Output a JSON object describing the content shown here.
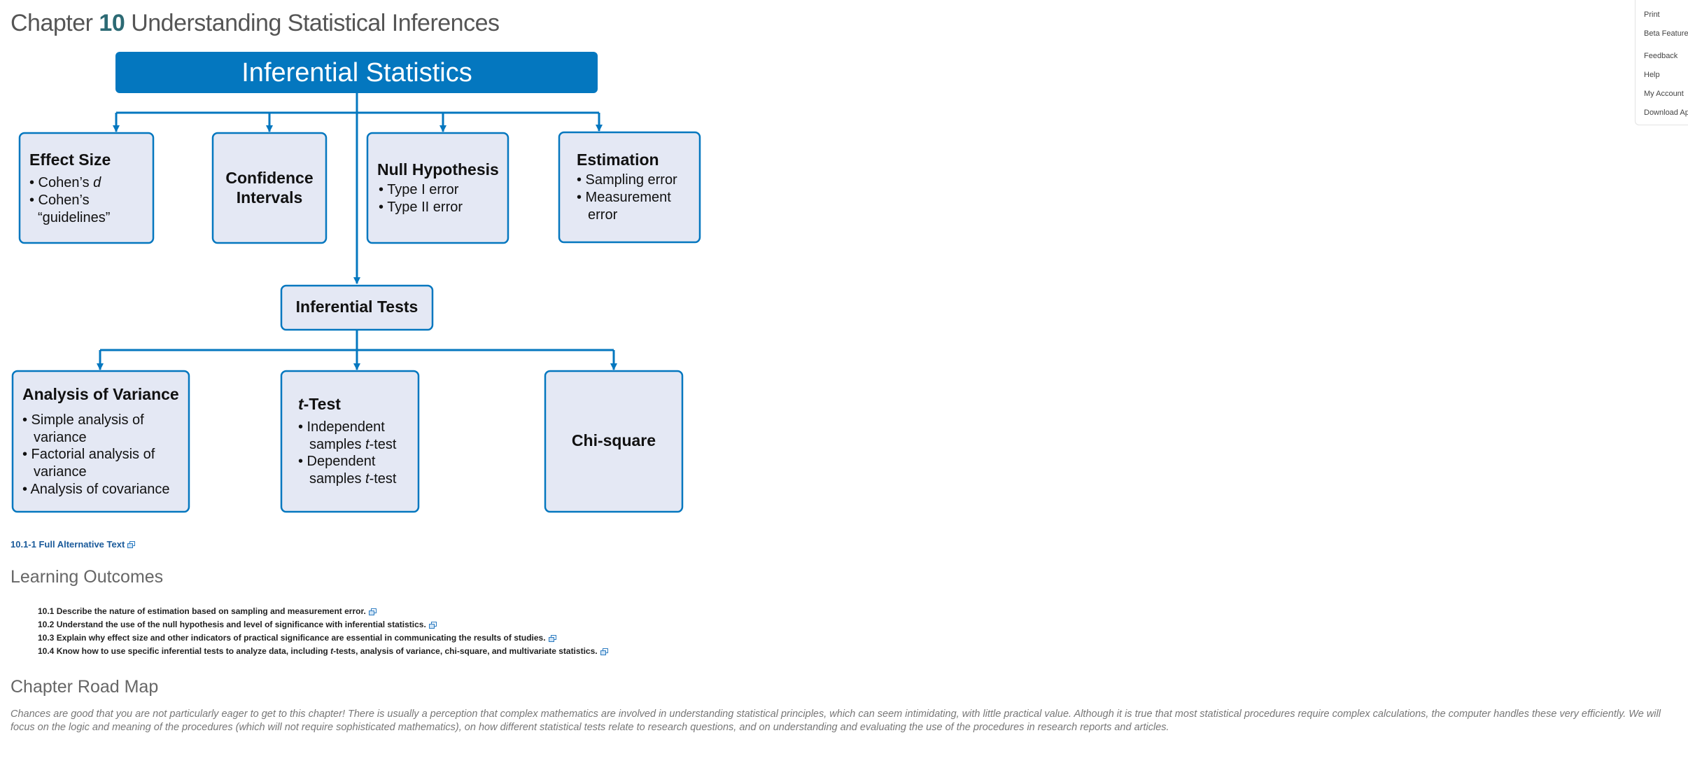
{
  "chapter": {
    "prefix": "Chapter",
    "number": "10",
    "title": "Understanding Statistical Inferences"
  },
  "diagram": {
    "header": "Inferential Statistics",
    "effect_size": {
      "title": "Effect Size",
      "item1_prefix": "• Cohen’s ",
      "item1_italic": "d",
      "item2": "• Cohen’s",
      "item2_cont": "“guidelines”"
    },
    "confidence": {
      "line1": "Confidence",
      "line2": "Intervals"
    },
    "null_hypothesis": {
      "title": "Null Hypothesis",
      "item1": "• Type I error",
      "item2": "• Type II error"
    },
    "estimation": {
      "title": "Estimation",
      "item1": "• Sampling error",
      "item2": "• Measurement",
      "item2_cont": "error"
    },
    "inferential_tests": "Inferential Tests",
    "anova": {
      "title": "Analysis of Variance",
      "item1": "• Simple analysis of",
      "item1_cont": "variance",
      "item2": "• Factorial analysis of",
      "item2_cont": "variance",
      "item3": "• Analysis of covariance"
    },
    "ttest": {
      "title_italic": "t",
      "title_rest": "-Test",
      "item1": "• Independent",
      "item1_cont_prefix": "samples ",
      "item1_cont_italic": "t",
      "item1_cont_suffix": "-test",
      "item2": "• Dependent",
      "item2_cont_prefix": "samples ",
      "item2_cont_italic": "t",
      "item2_cont_suffix": "-test"
    },
    "chisquare": "Chi-square"
  },
  "alt_text_link": "10.1-1 Full Alternative Text",
  "learning_outcomes": {
    "heading": "Learning Outcomes",
    "items": [
      {
        "text": "10.1 Describe the nature of estimation based on sampling and measurement error."
      },
      {
        "text": "10.2 Understand the use of the null hypothesis and level of significance with inferential statistics."
      },
      {
        "text": "10.3 Explain why effect size and other indicators of practical significance are essential in communicating the results of studies."
      },
      {
        "prefix": "10.4 Know how to use specific inferential tests to analyze data, including ",
        "italic": "t",
        "suffix": "-tests, analysis of variance, chi-square, and multivariate statistics."
      }
    ]
  },
  "road_map": {
    "heading": "Chapter Road Map",
    "text": "Chances are good that you are not particularly eager to get to this chapter! There is usually a perception that complex mathematics are involved in understanding statistical principles, which can seem intimidating, with little practical value. Although it is true that most statistical procedures require complex calculations, the computer handles these very efficiently. We will focus on the logic and meaning of the procedures (which will not require sophisticated mathematics), on how different statistical tests relate to research questions, and on understanding and evaluating the use of the procedures in research reports and articles."
  },
  "side_menu": {
    "print": "Print",
    "beta": "Beta Features",
    "feedback": "Feedback",
    "help": "Help",
    "account": "My Account",
    "download": "Download Ap"
  },
  "colors": {
    "accent": "#0477BF",
    "box_fill": "#E4E8F4",
    "title_number": "#2C6A74"
  }
}
